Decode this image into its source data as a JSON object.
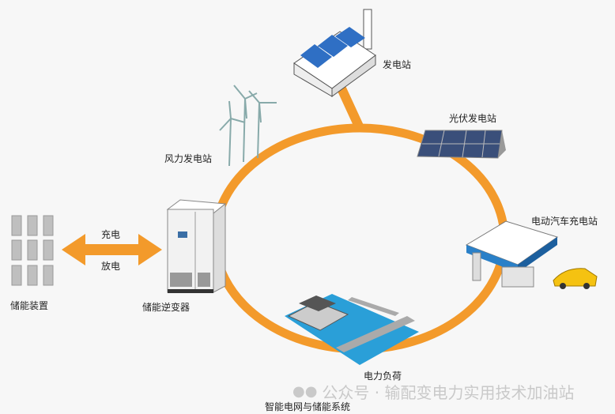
{
  "title": "智能电网与储能系统",
  "nodes": {
    "power_plant": "发电站",
    "solar": "光伏发电站",
    "wind": "风力发电站",
    "ev_station": "电动汽车充电站",
    "load": "电力负荷",
    "inverter": "储能逆变器",
    "storage": "储能装置"
  },
  "arrow": {
    "charge": "充电",
    "discharge": "放电"
  },
  "watermark": "公众号 · 输配变电力实用技术加油站",
  "colors": {
    "ring": "#f39a2b",
    "water": "#2a9fd8",
    "panel": "#2f6fc4"
  }
}
